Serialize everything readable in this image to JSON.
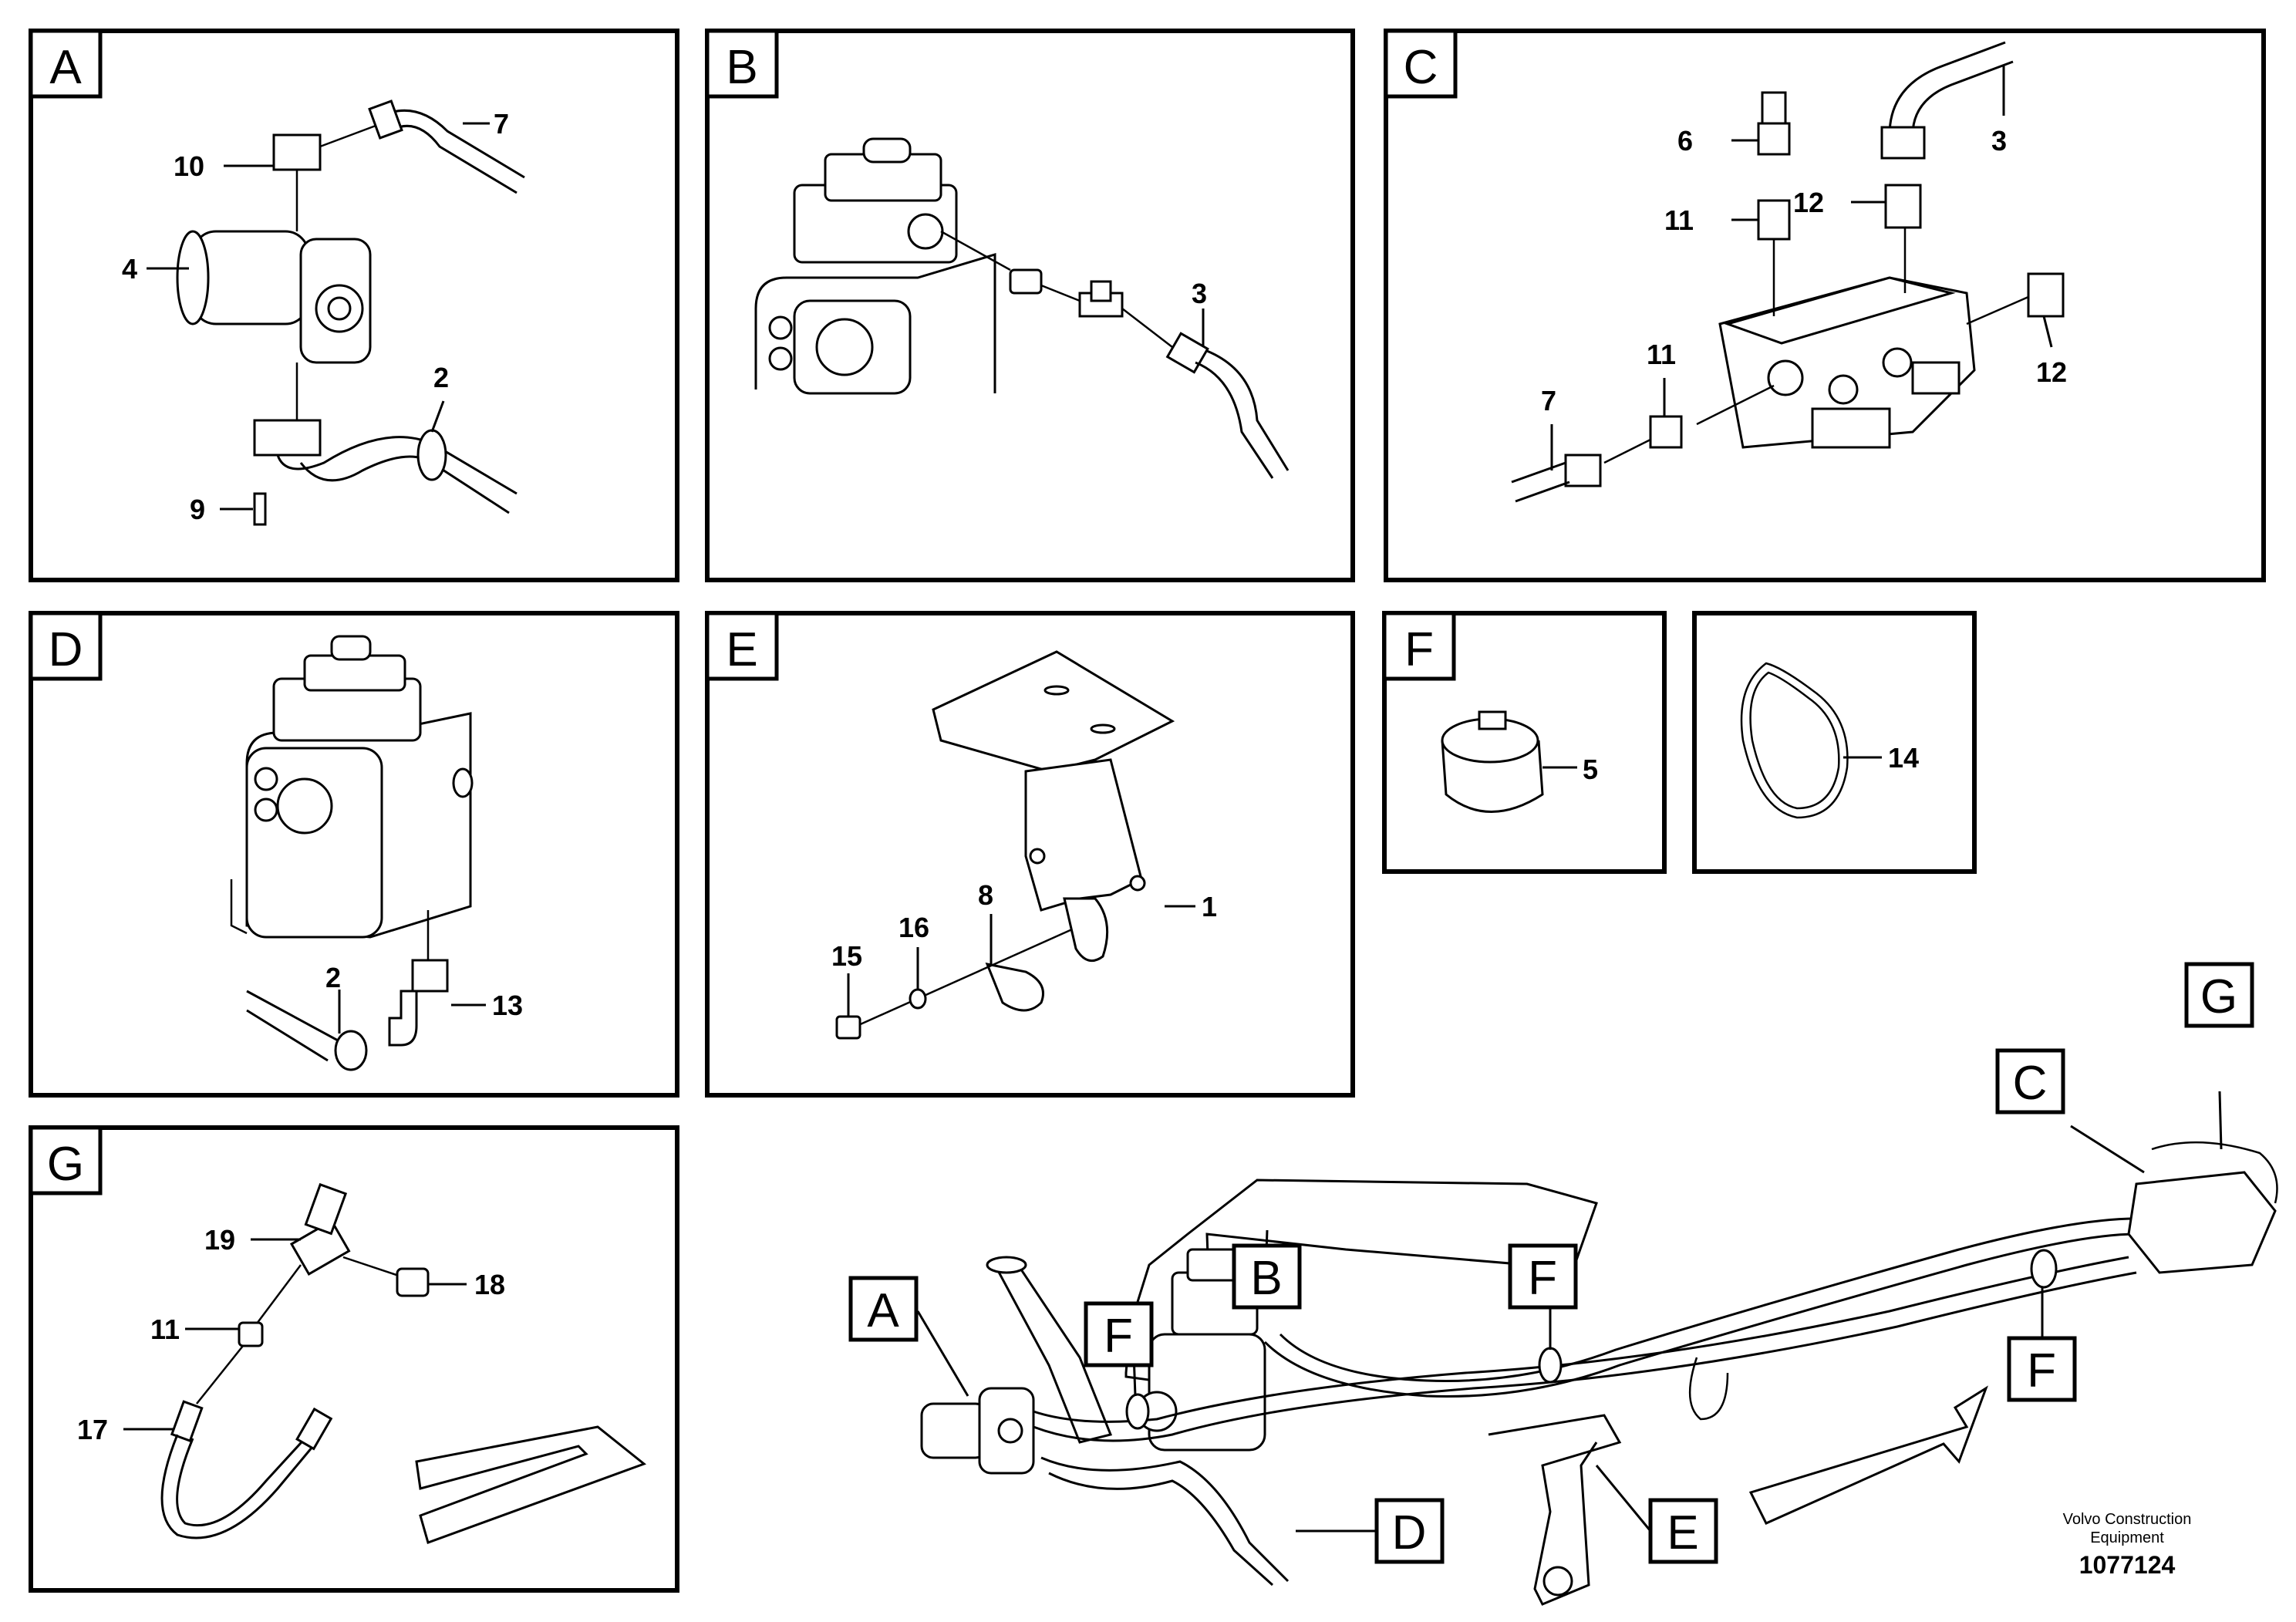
{
  "panels": {
    "A": {
      "tag": "A",
      "labels": {
        "p7": "7",
        "p10": "10",
        "p4": "4",
        "p2": "2",
        "p9": "9"
      }
    },
    "B": {
      "tag": "B",
      "labels": {
        "p3": "3"
      }
    },
    "C": {
      "tag": "C",
      "labels": {
        "p6": "6",
        "p3": "3",
        "p11a": "11",
        "p12a": "12",
        "p11b": "11",
        "p12b": "12",
        "p7": "7"
      }
    },
    "D": {
      "tag": "D",
      "labels": {
        "p2": "2",
        "p13": "13"
      }
    },
    "E": {
      "tag": "E",
      "labels": {
        "p8": "8",
        "p16": "16",
        "p15": "15",
        "p1": "1"
      }
    },
    "F1": {
      "tag": "F",
      "labels": {
        "p5": "5"
      }
    },
    "F2": {
      "labels": {
        "p14": "14"
      }
    },
    "G": {
      "tag": "G",
      "labels": {
        "p19": "19",
        "p18": "18",
        "p11": "11",
        "p17": "17"
      }
    }
  },
  "overview": {
    "callouts": {
      "A": "A",
      "B": "B",
      "C": "C",
      "D": "D",
      "E": "E",
      "F1": "F",
      "F2": "F",
      "F3": "F",
      "G": "G"
    }
  },
  "credit": {
    "line1": "Volvo Construction",
    "line2": "Equipment",
    "docnum": "1077124"
  },
  "icons": [
    "direction-arrow-icon"
  ]
}
